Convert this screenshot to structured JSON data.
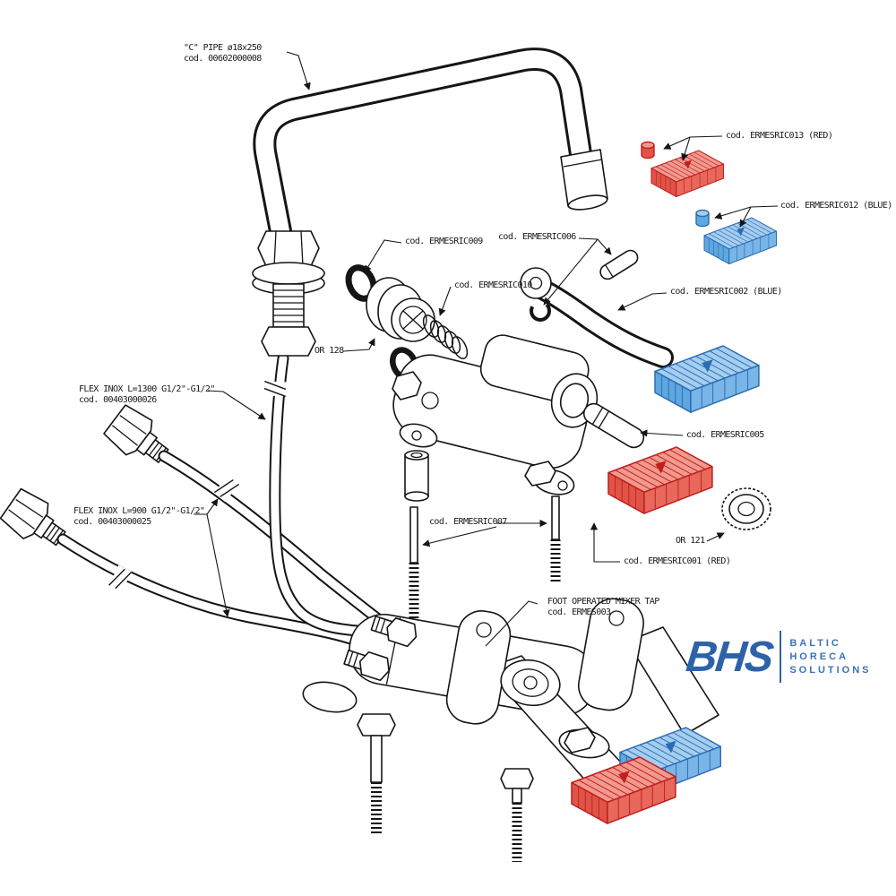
{
  "diagram": {
    "kind": "exploded-parts-diagram",
    "product": "Foot operated mixer tap"
  },
  "labels": {
    "c_pipe": {
      "line1": "\"C\" PIPE ø18x250",
      "line2": "cod. 00602000008"
    },
    "ermesric013": {
      "text": "cod. ERMESRIC013 (RED)"
    },
    "ermesric012": {
      "text": "cod. ERMESRIC012 (BLUE)"
    },
    "ermesric009": {
      "text": "cod. ERMESRIC009"
    },
    "ermesric006": {
      "text": "cod. ERMESRIC006"
    },
    "ermesric010": {
      "text": "cod. ERMESRIC010"
    },
    "ermesric002": {
      "text": "cod. ERMESRIC002 (BLUE)"
    },
    "or128": {
      "text": "OR 128"
    },
    "flex1300": {
      "line1": "FLEX INOX L=1300 G1/2\"-G1/2\"",
      "line2": "cod. 00403000026"
    },
    "flex900": {
      "line1": "FLEX INOX L=900 G1/2\"-G1/2\"",
      "line2": "cod. 00403000025"
    },
    "ermesric005": {
      "text": "cod. ERMESRIC005"
    },
    "ermesric007": {
      "text": "cod. ERMESRIC007"
    },
    "or121": {
      "text": "OR 121"
    },
    "ermesric001": {
      "text": "cod. ERMESRIC001 (RED)"
    },
    "mixer_tap": {
      "line1": "FOOT OPERATED MIXER TAP",
      "line2": "cod. ERMES003"
    }
  },
  "logo": {
    "name": "BHS",
    "lines": [
      "BALTIC",
      "HORECA",
      "SOLUTIONS"
    ]
  },
  "colors": {
    "pedal_red": "#d92b2b",
    "pedal_blue": "#4d9ddd",
    "logo_blue": "#2d62a8",
    "logo_tag_blue": "#3a72b8",
    "line": "#151515"
  }
}
